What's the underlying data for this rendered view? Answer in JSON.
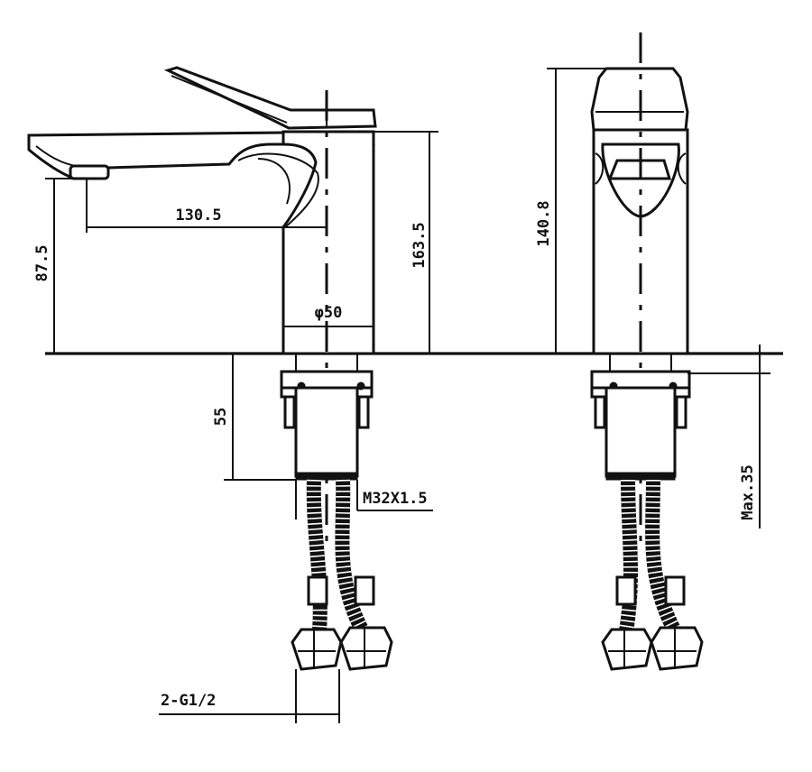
{
  "dimensions": {
    "spout_reach": "130.5",
    "spout_height": "87.5",
    "body_height": "163.5",
    "base_diameter": "φ50",
    "handle_height": "140.8",
    "shank_length": "55",
    "thread": "M32X1.5",
    "max_thickness": "Max.35",
    "hose_connection": "2-G1/2"
  }
}
